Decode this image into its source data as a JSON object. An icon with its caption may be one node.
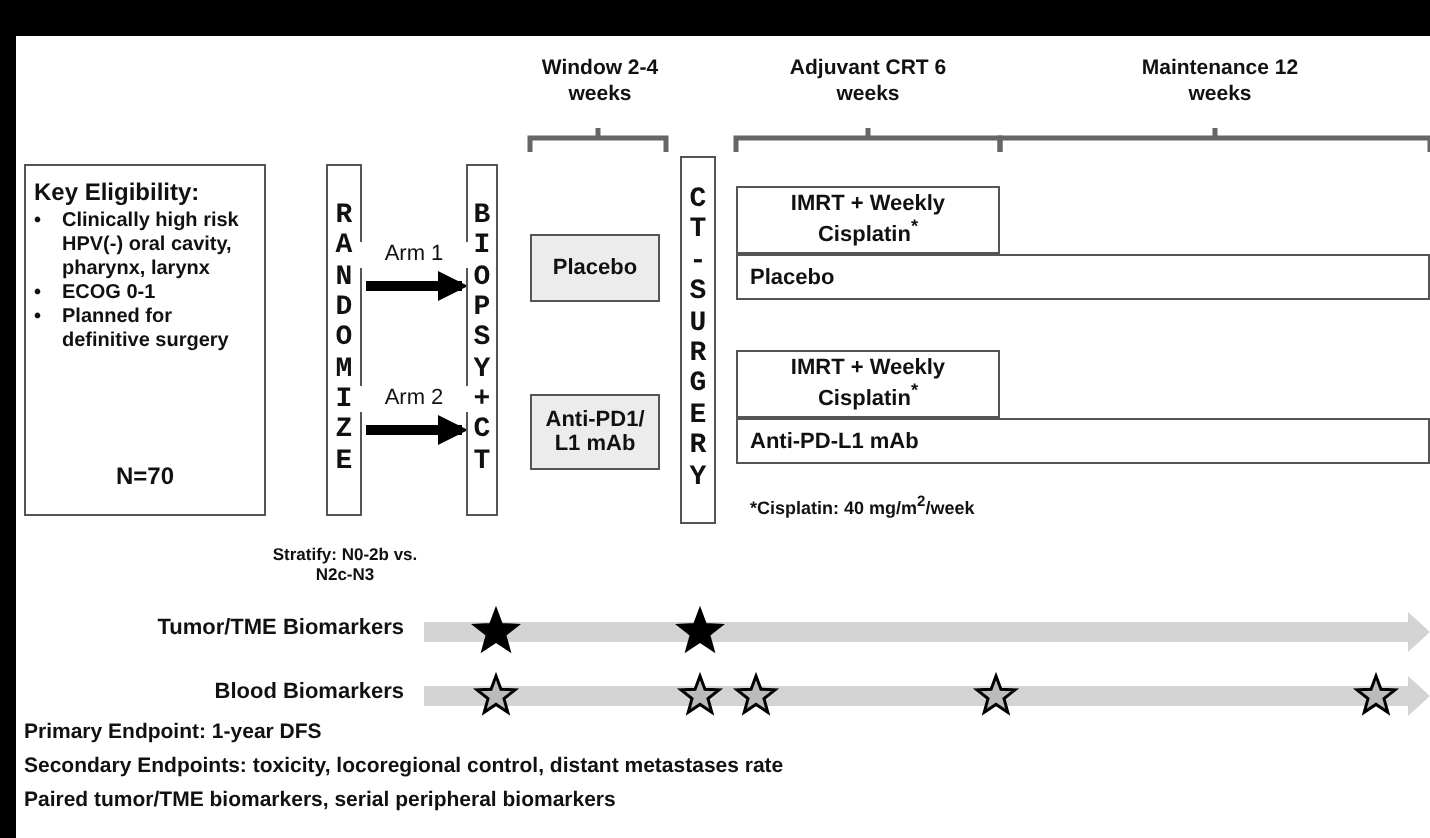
{
  "diagram": {
    "nodes": [
      {
        "text": [
          "Key Eligibility:",
          "•",
          "Clinically high risk HPV(-) oral cavity, pharynx, larynx",
          "•",
          "ECOG 0-1",
          "•",
          "Planned for definitive surgery",
          "N=70"
        ]
      },
      {
        "text": [
          "RANDOMIZE"
        ]
      },
      {
        "text": [
          "BIOPSY+CT"
        ]
      },
      {
        "text": [
          "CT-SURGERY"
        ]
      },
      {
        "text": [
          "Placebo"
        ]
      },
      {
        "text": [
          "Anti-PD1/ L1 mAb"
        ]
      },
      {
        "text": [
          "IMRT + Weekly Cisplatin$^{*}$"
        ]
      },
      {
        "text": [
          "Placebo"
        ]
      },
      {
        "text": [
          "IMRT + Weekly Cisplatin$^{*}$"
        ]
      },
      {
        "text": [
          "Anti-PD-L1 mAb"
        ]
      }
    ],
    "edges": [
      {
        "from": 1,
        "to": 2,
        "arrow": "to",
        "label": "Arm 1"
      },
      {
        "from": 1,
        "to": 2,
        "arrow": "to",
        "label": "Arm 2"
      }
    ],
    "labels": [
      "Window 2-4 weeks",
      "Adjuvant CRT 6 weeks",
      "Maintenance 12 weeks",
      "*Cisplatin: 40 mg/m$^{2}$/week",
      "Stratify: N0-2b vs. N2c-N3",
      "Tumor/TME Biomarkers",
      "Blood Biomarkers",
      "Primary Endpoint: 1-year DFS",
      "Secondary Endpoints: toxicity, locoregional control, distant metastases rate",
      "Paired tumor/TME biomarkers, serial peripheral biomarkers"
    ]
  }
}
